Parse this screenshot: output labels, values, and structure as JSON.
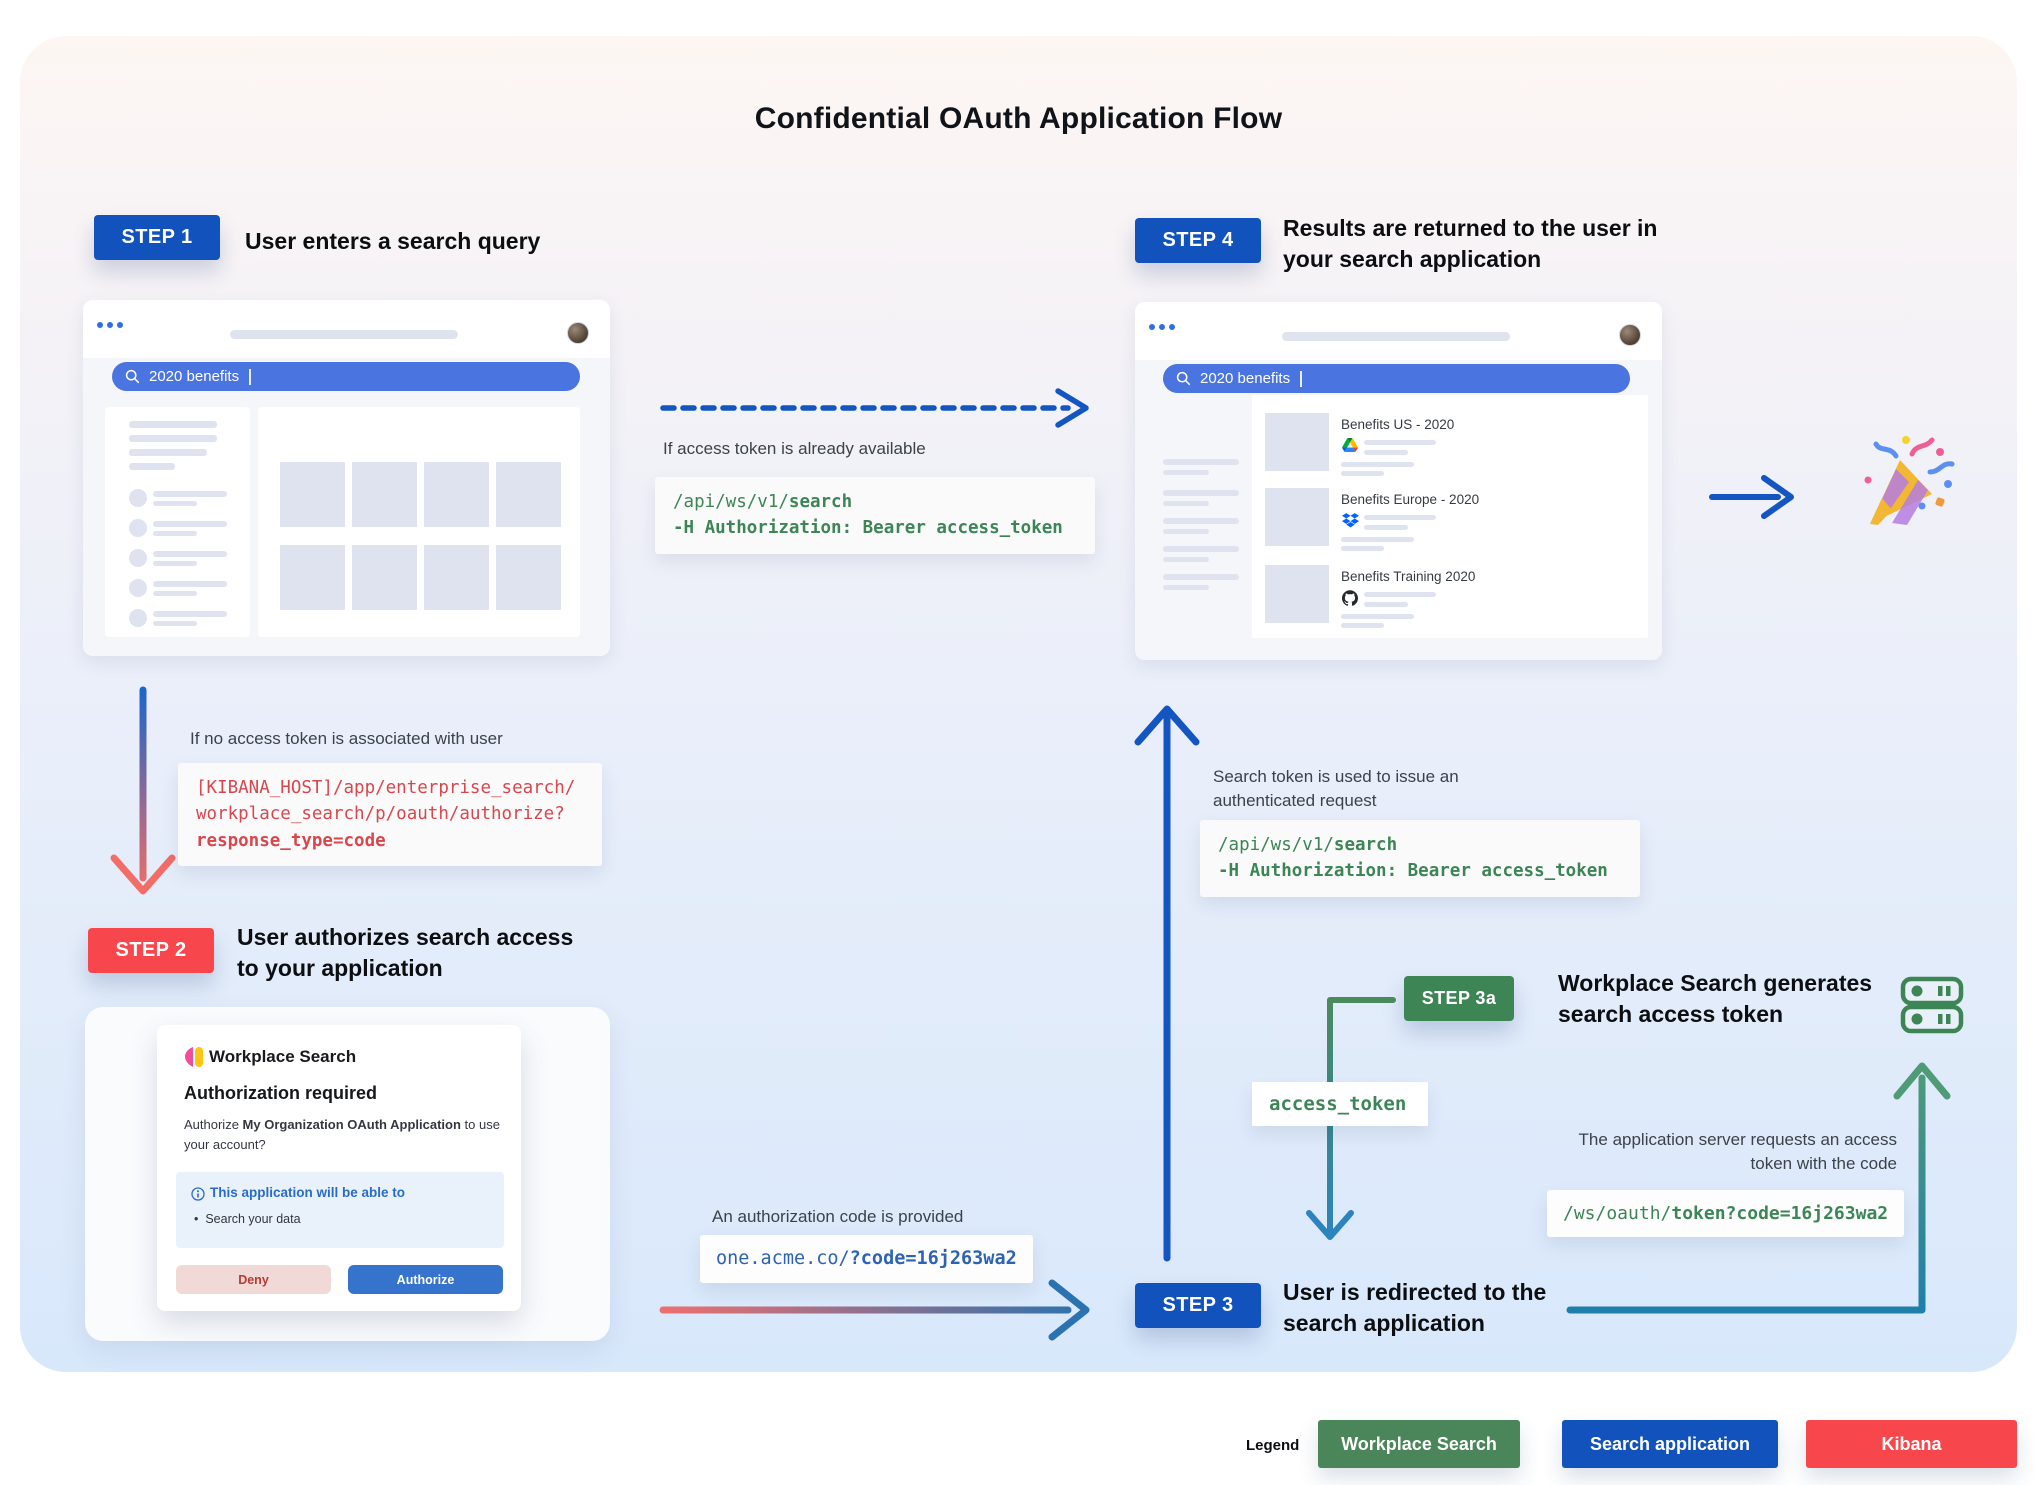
{
  "title": "Confidential OAuth Application Flow",
  "steps": {
    "step1": {
      "badge": "STEP 1",
      "label": "User enters a search query"
    },
    "step2": {
      "badge": "STEP 2",
      "label": "User authorizes search access to your application"
    },
    "step3": {
      "badge": "STEP 3",
      "label": "User is redirected to the search application"
    },
    "step3a": {
      "badge": "STEP 3a",
      "label": "Workplace Search generates search access token"
    },
    "step4": {
      "badge": "STEP 4",
      "label": "Results are returned to the user in your search application"
    }
  },
  "browsers": {
    "search_app": {
      "query": "2020 benefits"
    },
    "results_app": {
      "query": "2020 benefits",
      "results": [
        {
          "title": "Benefits US - 2020",
          "source": "google-drive"
        },
        {
          "title": "Benefits Europe - 2020",
          "source": "dropbox"
        },
        {
          "title": "Benefits Training 2020",
          "source": "github"
        }
      ]
    }
  },
  "annotations": {
    "token_available": "If access token is already available",
    "no_token": "If no access token is associated with user",
    "auth_code": "An authorization code is provided",
    "issue_request": "Search token is used to issue an authenticated request",
    "server_requests": "The application server requests an access token with the code"
  },
  "code": {
    "search_api": {
      "path": "/api/ws/v1/",
      "endpoint": "search",
      "header": "-H Authorization: Bearer access_token"
    },
    "kibana_authorize": {
      "line1": "[KIBANA_HOST]/app/enterprise_search/",
      "line2": "workplace_search/p/oauth/authorize?",
      "line3": "response_type=code"
    },
    "redirect": {
      "host": "one.acme.co/",
      "code_param": "?code=16j263wa2"
    },
    "token_exchange": {
      "path": "/ws/oauth/",
      "endpoint": "token?code=16j263wa2"
    },
    "access_token": "access_token"
  },
  "dialog": {
    "product": "Workplace Search",
    "heading": "Authorization required",
    "body_prefix": "Authorize ",
    "body_app": "My Organization OAuth Application",
    "body_suffix": " to use your account?",
    "scope_title": "This application will be able to",
    "scope_item": "Search your data",
    "deny": "Deny",
    "authorize": "Authorize"
  },
  "legend": {
    "label": "Legend",
    "items": [
      {
        "label": "Workplace Search",
        "color": "#4a8659"
      },
      {
        "label": "Search application",
        "color": "#1252bd"
      },
      {
        "label": "Kibana",
        "color": "#f8474c"
      }
    ]
  },
  "colors": {
    "step_blue": "#1252bd",
    "step_red": "#f8474c",
    "step_green": "#3d8554",
    "code_green": "#3d8557",
    "code_red": "#d8464e",
    "code_blue": "#2d63b5",
    "search_bar_blue": "#4a74df",
    "arrow_blue": "#1355c1"
  }
}
